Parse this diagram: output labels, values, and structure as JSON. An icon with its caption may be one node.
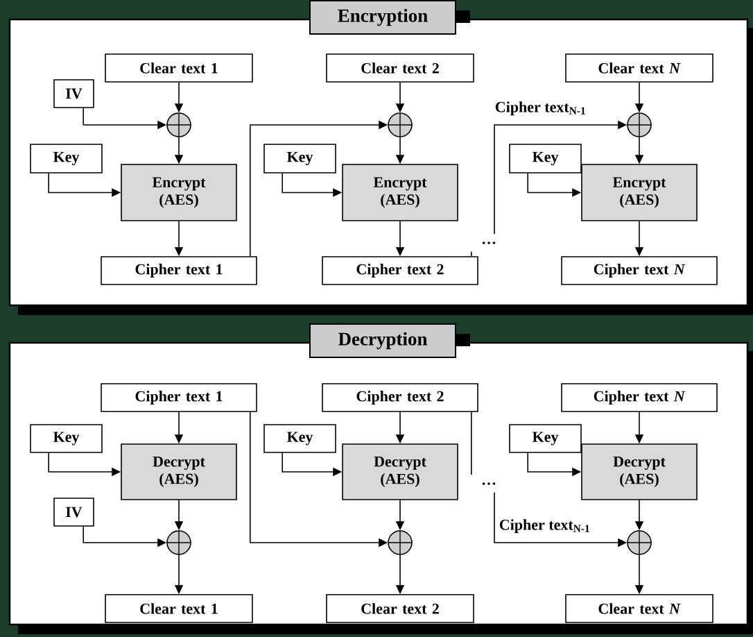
{
  "diagram": {
    "nodes": [
      {
        "text": [
          "Encryption"
        ]
      },
      {
        "text": [
          "Clear text 1"
        ],
        "in": 0
      },
      {
        "text": [
          "IV"
        ],
        "in": 0
      },
      {
        "text": [],
        "shape": "circle",
        "in": 0
      },
      {
        "text": [
          "Key"
        ],
        "in": 0
      },
      {
        "text": [
          "Encrypt (AES)"
        ],
        "in": 0
      },
      {
        "text": [
          "Cipher text 1"
        ],
        "in": 0
      },
      {
        "text": [
          "Clear text 2"
        ],
        "in": 0
      },
      {
        "text": [],
        "shape": "circle",
        "in": 0
      },
      {
        "text": [
          "Key"
        ],
        "in": 0
      },
      {
        "text": [
          "Encrypt (AES)"
        ],
        "in": 0
      },
      {
        "text": [
          "Cipher text 2"
        ],
        "in": 0
      },
      {
        "text": [
          "…"
        ],
        "in": 0
      },
      {
        "text": [
          "Clear text *N*"
        ],
        "in": 0
      },
      {
        "text": [],
        "shape": "circle",
        "in": 0
      },
      {
        "text": [
          "Key"
        ],
        "in": 0
      },
      {
        "text": [
          "Encrypt (AES)"
        ],
        "in": 0
      },
      {
        "text": [
          "Cipher text *N*"
        ],
        "in": 0
      },
      {
        "text": [
          "Decryption"
        ]
      },
      {
        "text": [
          "Cipher text 1"
        ],
        "in": 18
      },
      {
        "text": [
          "Key"
        ],
        "in": 18
      },
      {
        "text": [
          "Decrypt (AES)"
        ],
        "in": 18
      },
      {
        "text": [
          "IV"
        ],
        "in": 18
      },
      {
        "text": [],
        "shape": "circle",
        "in": 18
      },
      {
        "text": [
          "Clear text 1"
        ],
        "in": 18
      },
      {
        "text": [
          "Cipher text 2"
        ],
        "in": 18
      },
      {
        "text": [
          "Key"
        ],
        "in": 18
      },
      {
        "text": [
          "Decrypt (AES)"
        ],
        "in": 18
      },
      {
        "text": [],
        "shape": "circle",
        "in": 18
      },
      {
        "text": [
          "Clear text 2"
        ],
        "in": 18
      },
      {
        "text": [
          "…"
        ],
        "in": 18
      },
      {
        "text": [
          "Cipher text *N*"
        ],
        "in": 18
      },
      {
        "text": [
          "Key"
        ],
        "in": 18
      },
      {
        "text": [
          "Decrypt (AES)"
        ],
        "in": 18
      },
      {
        "text": [],
        "shape": "circle",
        "in": 18
      },
      {
        "text": [
          "Clear text *N*"
        ],
        "in": 18
      }
    ],
    "edges": [
      {
        "from": 1,
        "to": 3,
        "arrow": "to"
      },
      {
        "from": 2,
        "to": 3,
        "arrow": "to"
      },
      {
        "from": 3,
        "to": 5,
        "arrow": "to"
      },
      {
        "from": 4,
        "to": 5,
        "arrow": "to"
      },
      {
        "from": 5,
        "to": 6,
        "arrow": "to"
      },
      {
        "from": 6,
        "to": 8,
        "arrow": "to"
      },
      {
        "from": 7,
        "to": 8,
        "arrow": "to"
      },
      {
        "from": 8,
        "to": 10,
        "arrow": "to"
      },
      {
        "from": 9,
        "to": 10,
        "arrow": "to"
      },
      {
        "from": 10,
        "to": 11,
        "arrow": "to"
      },
      {
        "from": 11,
        "to": 12,
        "arrow": "none"
      },
      {
        "from": 12,
        "to": 14,
        "arrow": "to",
        "label": "Cipher text$_{N-1}$"
      },
      {
        "from": 13,
        "to": 14,
        "arrow": "to"
      },
      {
        "from": 14,
        "to": 16,
        "arrow": "to"
      },
      {
        "from": 15,
        "to": 16,
        "arrow": "to"
      },
      {
        "from": 16,
        "to": 17,
        "arrow": "to"
      },
      {
        "from": 19,
        "to": 21,
        "arrow": "to"
      },
      {
        "from": 20,
        "to": 21,
        "arrow": "to"
      },
      {
        "from": 21,
        "to": 23,
        "arrow": "to"
      },
      {
        "from": 22,
        "to": 23,
        "arrow": "to"
      },
      {
        "from": 23,
        "to": 24,
        "arrow": "to"
      },
      {
        "from": 19,
        "to": 28,
        "arrow": "to"
      },
      {
        "from": 25,
        "to": 27,
        "arrow": "to"
      },
      {
        "from": 26,
        "to": 27,
        "arrow": "to"
      },
      {
        "from": 27,
        "to": 28,
        "arrow": "to"
      },
      {
        "from": 28,
        "to": 29,
        "arrow": "to"
      },
      {
        "from": 25,
        "to": 30,
        "arrow": "none"
      },
      {
        "from": 30,
        "to": 34,
        "arrow": "to",
        "label": "Cipher text$_{N-1}$"
      },
      {
        "from": 31,
        "to": 33,
        "arrow": "to"
      },
      {
        "from": 32,
        "to": 33,
        "arrow": "to"
      },
      {
        "from": 33,
        "to": 34,
        "arrow": "to"
      },
      {
        "from": 34,
        "to": 35,
        "arrow": "to"
      }
    ]
  }
}
